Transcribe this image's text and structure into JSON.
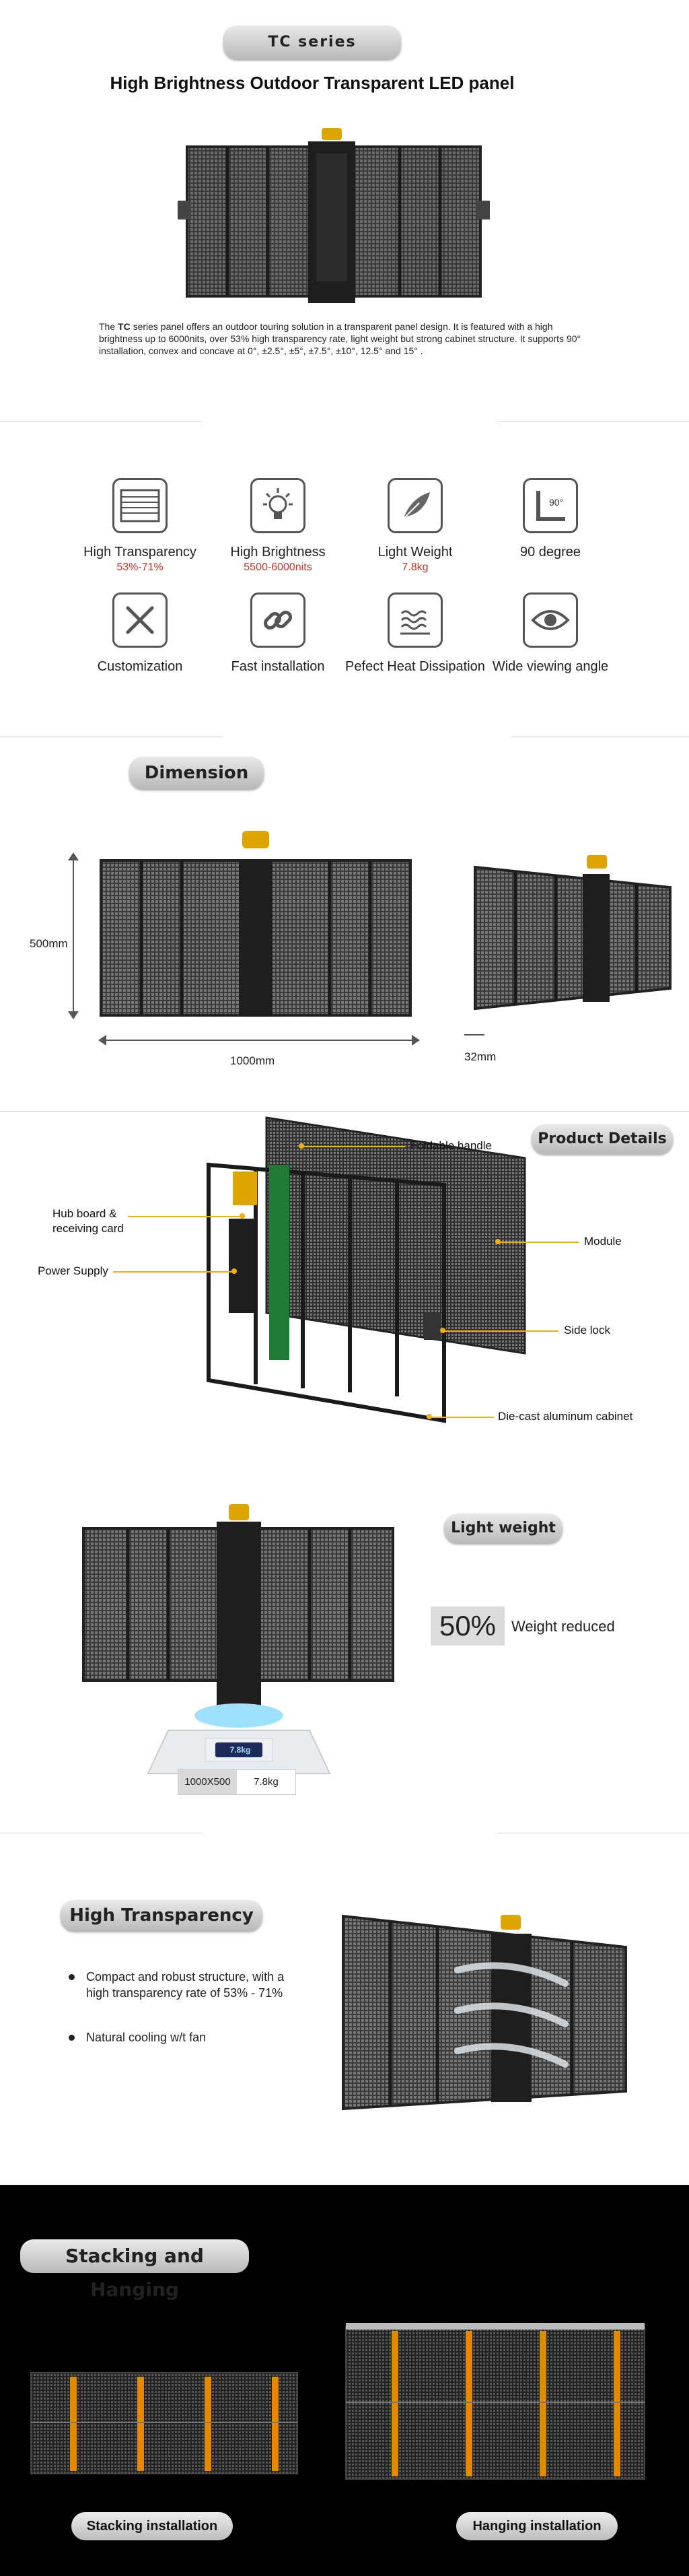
{
  "series_label": "TC series",
  "product_title": "High Brightness Outdoor Transparent LED panel",
  "intro": {
    "before": "The ",
    "series": "TC",
    "after": " series panel offers an outdoor touring solution in a transparent panel design. It is featured with a high brightness up to 6000nits, over 53% high transparency rate, light weight but strong cabinet structure. It supports 90° installation, convex and concave at 0°, ±2.5°, ±5°, ±7.5°, ±10°, 12.5° and 15° ."
  },
  "features": [
    {
      "title": "High Transparency",
      "sub": "53%-71%",
      "icon": "transparency-grid-icon"
    },
    {
      "title": "High Brightness",
      "sub": "5500-6000nits",
      "icon": "lightbulb-icon"
    },
    {
      "title": "Light Weight",
      "sub": "7.8kg",
      "icon": "feather-icon"
    },
    {
      "title": "90 degree",
      "sub": "",
      "icon": "right-angle-icon",
      "icon_text": "90°"
    },
    {
      "title": "Customization",
      "sub": "",
      "icon": "ruler-pencil-icon"
    },
    {
      "title": "Fast installation",
      "sub": "",
      "icon": "chain-link-icon"
    },
    {
      "title": "Pefect Heat Dissipation",
      "sub": "",
      "icon": "heat-waves-icon"
    },
    {
      "title": "Wide viewing angle",
      "sub": "",
      "icon": "eye-icon"
    }
  ],
  "dimension": {
    "heading": "Dimension",
    "height": "500mm",
    "width": "1000mm",
    "depth": "32mm"
  },
  "details": {
    "heading": "Product Details",
    "labels": {
      "foldable_handle": "Foldable handle",
      "hub_board": "Hub board &\nreceiving card",
      "power_supply": "Power Supply",
      "module": "Module",
      "side_lock": "Side lock",
      "cabinet": "Die-cast aluminum cabinet"
    }
  },
  "light_weight": {
    "heading": "Light weight",
    "percent": "50%",
    "text": "Weight reduced",
    "scale_display": "7.8kg",
    "size": "1000X500",
    "weight": "7.8kg"
  },
  "transparency": {
    "heading": "High Transparency",
    "bullets": [
      "Compact and robust structure, with a high transparency rate of 53% - 71%",
      "Natural cooling w/t fan"
    ]
  },
  "stacking": {
    "heading": "Stacking and Hanging",
    "stacking_caption": "Stacking installation",
    "hanging_caption": "Hanging installation"
  },
  "colors": {
    "accent": "#f2b200",
    "highlight_red": "#c0392b",
    "dark_bg": "#000000"
  }
}
